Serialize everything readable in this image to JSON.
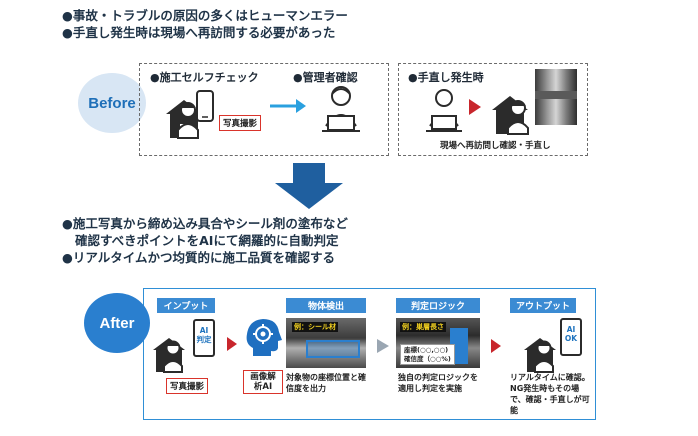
{
  "before": {
    "bullets": [
      "●事故・トラブルの原因の多くはヒューマンエラー",
      "●手直し発生時は現場へ再訪問する必要があった"
    ],
    "circle_label": "Before",
    "self_check_label": "●施工セルフチェック",
    "manager_label": "●管理者確認",
    "photo_tag": "写真撮影",
    "rework_label": "●手直し発生時",
    "rework_caption": "現場へ再訪問し確認・手直し"
  },
  "after": {
    "bullets": [
      "●施工写真から締め込み具合やシール剤の塗布など",
      "確認すべきポイントをAIにて網羅的に自動判定",
      "●リアルタイムかつ均質的に施工品質を確認する"
    ],
    "circle_label": "After",
    "steps": [
      {
        "header": "インプット"
      },
      {
        "header": "物体検出"
      },
      {
        "header": "判定ロジック"
      },
      {
        "header": "アウトプット"
      }
    ],
    "input_phone_text": "AI判定",
    "input_tag": "写真撮影",
    "ai_tag": "画像解析AI",
    "detect_photo_label": "例：シール材",
    "detect_caption": "対象物の座標位置と確信度を出力",
    "logic_photo_label": "例：巣層長さ",
    "logic_box_line1": "座標(○○,○○)",
    "logic_box_line2": "確信度（○○%)",
    "logic_caption": "独自の判定ロジックを適用し判定を実施",
    "output_phone_text": "AI OK",
    "output_caption": "リアルタイムに確認。NG発生時もその場で、確認・手直しが可能"
  },
  "colors": {
    "accent_blue": "#2a7fcf",
    "dark_arrow": "#1f5f9f",
    "red_arrow": "#c8262c",
    "header_blue": "#3b8bd3"
  }
}
